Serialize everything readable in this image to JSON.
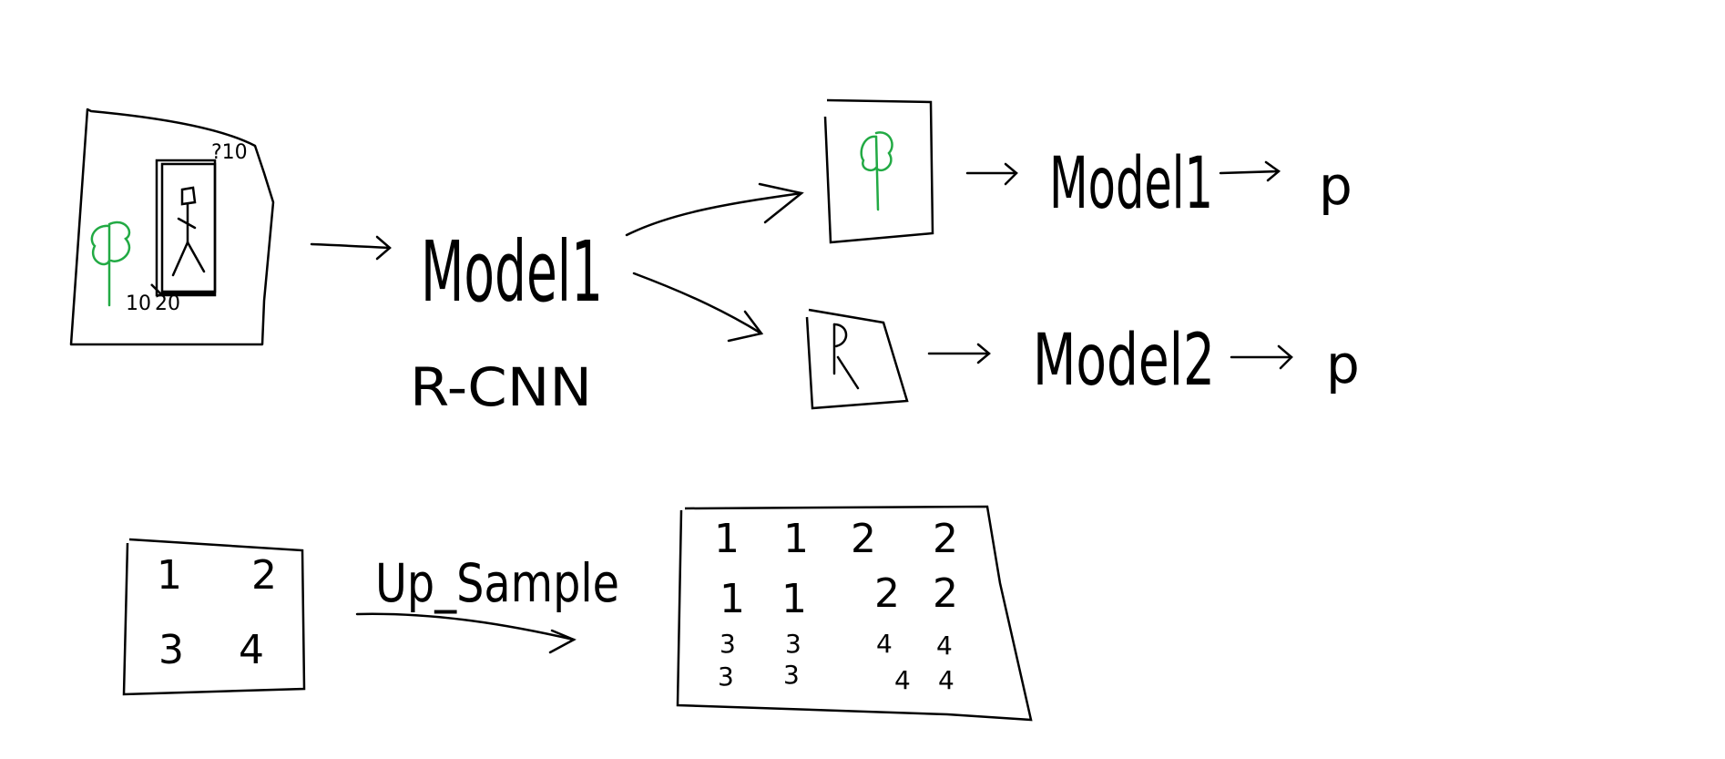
{
  "colors": {
    "ink": "#000000",
    "tree": "#22aa44",
    "background": "#ffffff"
  },
  "top_flow": {
    "input_image": {
      "coord_top": "?10",
      "coord_bottom_left": "10",
      "coord_bottom_right": "20"
    },
    "model1": {
      "label": "Model1",
      "sublabel": "R-CNN"
    },
    "branch_upper": {
      "model_label": "Model1",
      "output": "p"
    },
    "branch_lower": {
      "model_label": "Model2",
      "output": "p"
    }
  },
  "bottom_flow": {
    "source_grid": [
      [
        "1",
        "2"
      ],
      [
        "3",
        "4"
      ]
    ],
    "operation_label": "Up_Sample",
    "result_grid": [
      [
        "1",
        "1",
        "2",
        "2"
      ],
      [
        "1",
        "1",
        "2",
        "2"
      ],
      [
        "3",
        "3",
        "4",
        "4"
      ],
      [
        "3",
        "3",
        "4",
        "4"
      ]
    ]
  }
}
